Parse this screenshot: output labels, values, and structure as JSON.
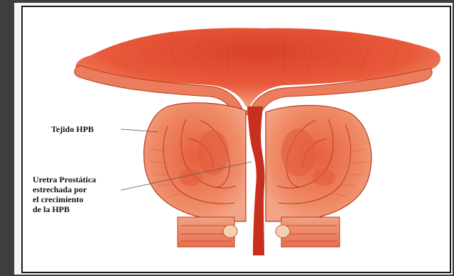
{
  "labels": {
    "tejido": "Tejido HPB",
    "uretra_lines": [
      "Uretra Prostática",
      "estrechada por",
      "el crecimiento",
      "de la HPB"
    ]
  },
  "colors": {
    "tissue_dark": "#d9412a",
    "tissue_mid": "#e8704e",
    "tissue_light": "#f4a98a",
    "urethra": "#c8301d",
    "line": "#b83a22",
    "frame": "#3e3e3e"
  },
  "icons": [
    "prostate-illustration"
  ]
}
